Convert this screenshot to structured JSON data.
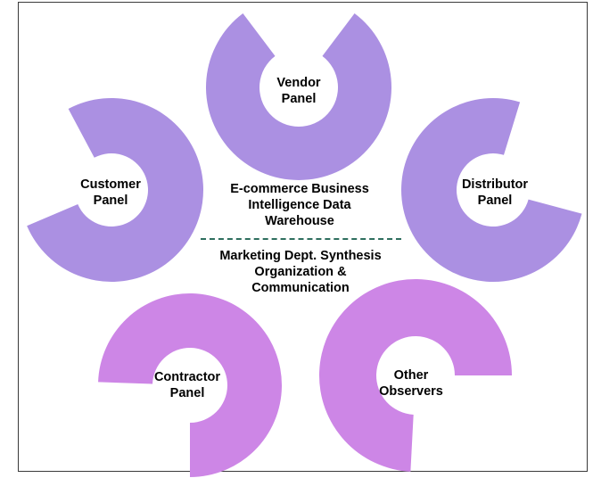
{
  "colors": {
    "ring_upper": "#ab90e2",
    "ring_lower": "#cd86e6",
    "divider": "#2e6e5e"
  },
  "panels": [
    {
      "name": "vendor",
      "label": "Vendor\nPanel"
    },
    {
      "name": "customer",
      "label": "Customer\nPanel"
    },
    {
      "name": "distributor",
      "label": "Distributor\nPanel"
    },
    {
      "name": "contractor",
      "label": "Contractor\nPanel"
    },
    {
      "name": "observers",
      "label": "Other\nObservers"
    }
  ],
  "center": {
    "top_text": "E-commerce Business\nIntelligence Data\nWarehouse",
    "bottom_text": "Marketing Dept. Synthesis\nOrganization &\nCommunication"
  }
}
